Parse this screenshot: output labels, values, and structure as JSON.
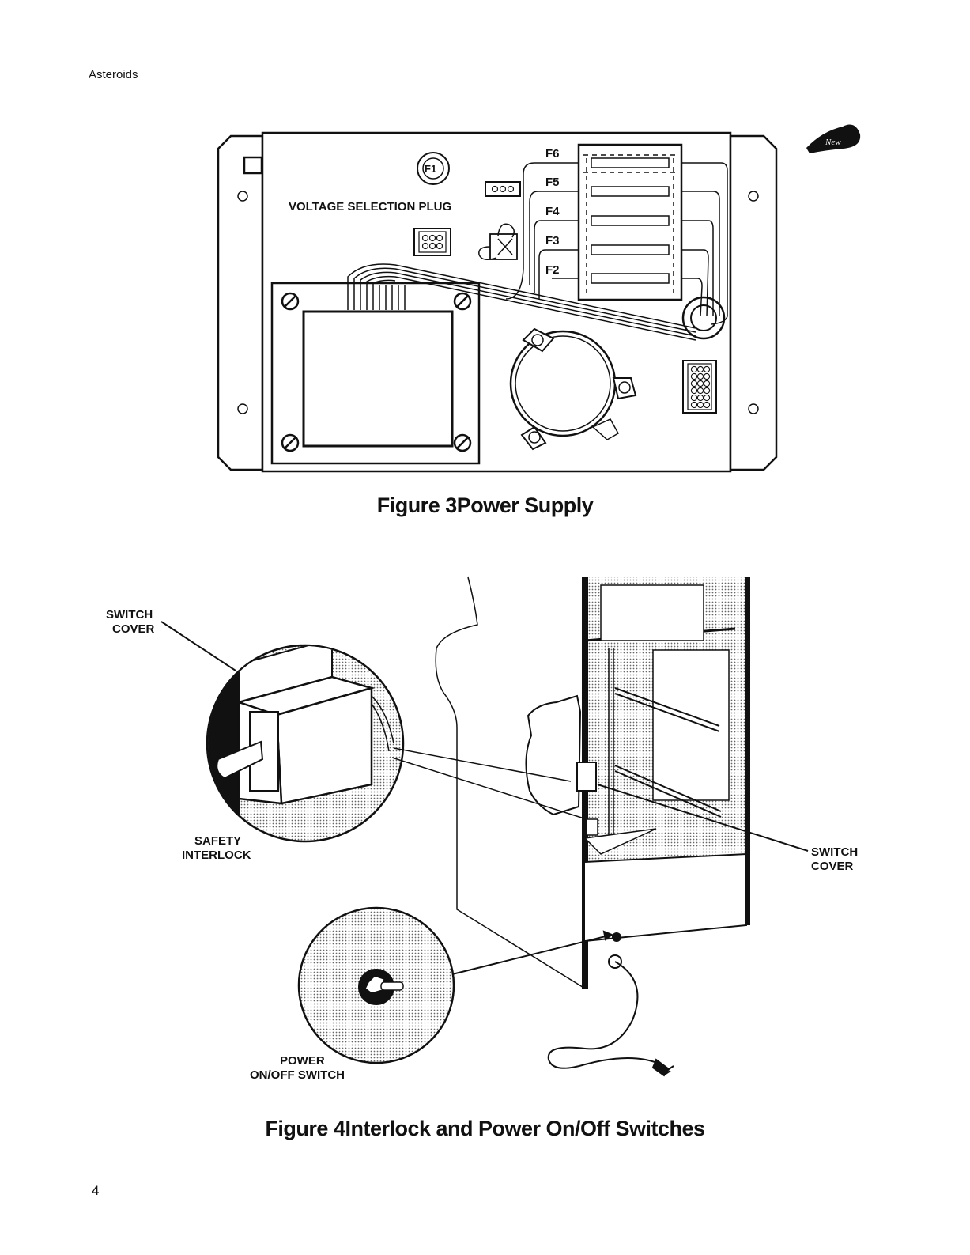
{
  "page": {
    "header": "Asteroids",
    "page_number": "4"
  },
  "figure3": {
    "number": "Figure 3",
    "title": "Power Supply",
    "labels": {
      "voltage_plug": "VOLTAGE SELECTION PLUG",
      "f1": "F1",
      "f2": "F2",
      "f3": "F3",
      "f4": "F4",
      "f5": "F5",
      "f6": "F6"
    },
    "badge": "New"
  },
  "figure4": {
    "number": "Figure 4",
    "title": "Interlock and Power On/Off Switches",
    "labels": {
      "switch_cover_left_1": "SWITCH",
      "switch_cover_left_2": "COVER",
      "safety_1": "SAFETY",
      "safety_2": "INTERLOCK",
      "switch_cover_right_1": "SWITCH",
      "switch_cover_right_2": "COVER",
      "power_1": "POWER",
      "power_2": "ON/OFF SWITCH"
    }
  }
}
